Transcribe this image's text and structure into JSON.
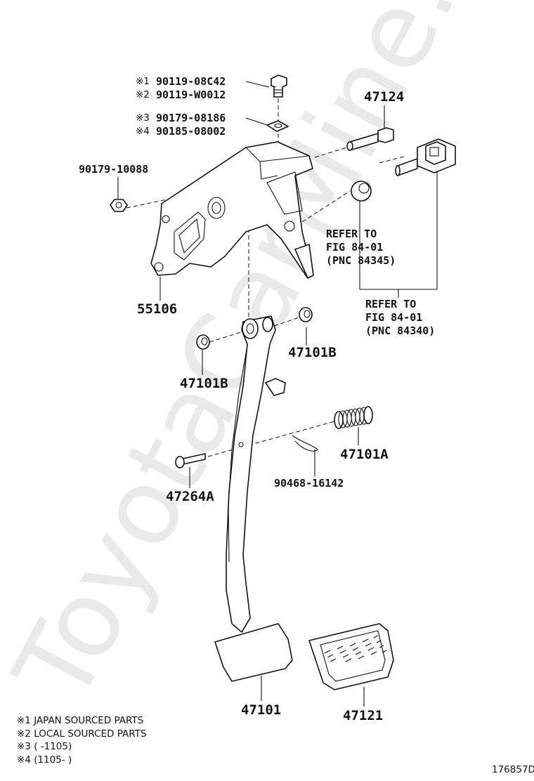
{
  "watermark": "ToyotaCarMine.ru",
  "fastener_labels": [
    {
      "mark": "※1",
      "code": "90119-08C42"
    },
    {
      "mark": "※2",
      "code": "90119-W0012"
    },
    {
      "mark": "※3",
      "code": "90179-08186"
    },
    {
      "mark": "※4",
      "code": "90185-08002"
    }
  ],
  "part_numbers": {
    "p47124": "47124",
    "p90179": "90179-10088",
    "p55106": "55106",
    "p47101b_right": "47101B",
    "p47101b_left": "47101B",
    "p47101a": "47101A",
    "p90468": "90468-16142",
    "p47264a": "47264A",
    "p47101": "47101",
    "p47121": "47121"
  },
  "refer_upper": [
    "REFER TO",
    "FIG 84-01",
    "(PNC 84345)"
  ],
  "refer_lower": [
    "REFER TO",
    "FIG 84-01",
    "(PNC 84340)"
  ],
  "footnotes": [
    "※1 JAPAN SOURCED PARTS",
    "※2 LOCAL SOURCED PARTS",
    "※3 (       -1105)",
    "※4 (1105-       )"
  ],
  "illustration_id": "176857D"
}
